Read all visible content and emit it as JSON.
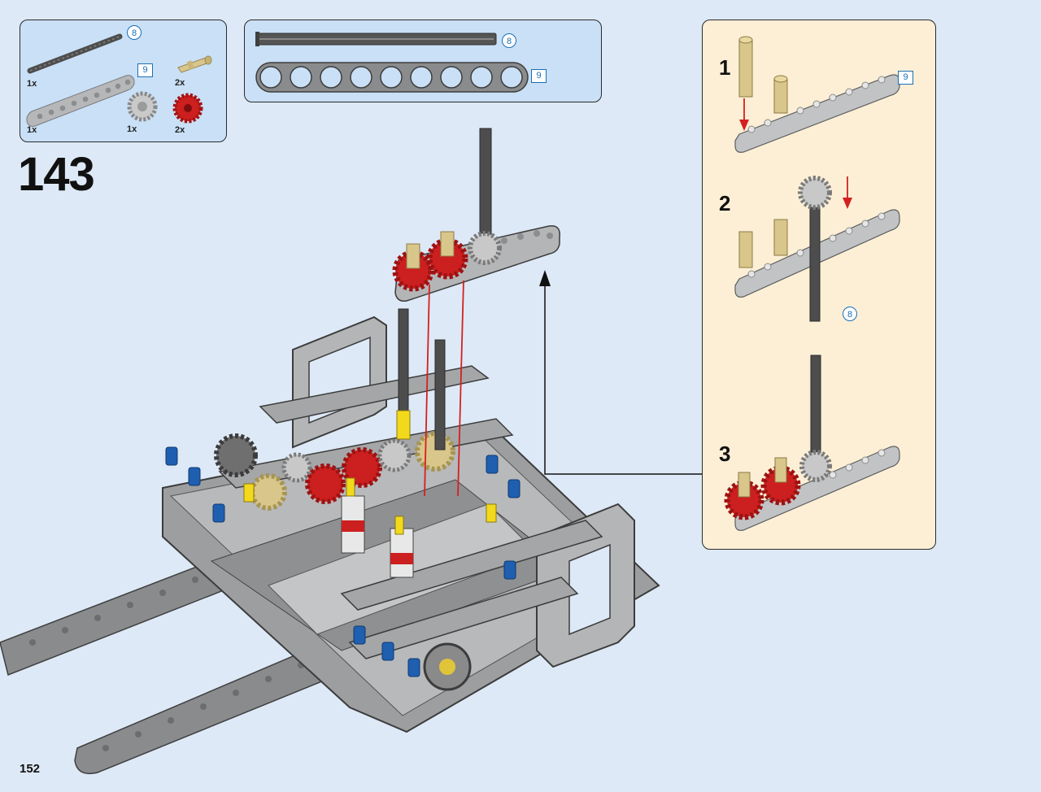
{
  "parts": {
    "axle_qty": "1x",
    "axle_length": "8",
    "beam_qty": "1x",
    "beam_length": "9",
    "pin_qty": "2x",
    "gear_gray_qty": "1x",
    "gear_red_qty": "2x"
  },
  "lengths": {
    "axle_length": "8",
    "beam_length": "9"
  },
  "step": {
    "number": "143"
  },
  "substeps": [
    {
      "number": "1",
      "tag": "9"
    },
    {
      "number": "2",
      "tag": "8"
    },
    {
      "number": "3"
    }
  ],
  "page": {
    "number": "152"
  },
  "colors": {
    "background": "#dde9f6",
    "callout": "#c9e0f6",
    "subassembly": "#fcefd5",
    "gear_red": "#cc1f1f",
    "pin_tan": "#d9c68a",
    "beam_gray": "#a9aaac",
    "axle_dark": "#4d4d4d",
    "pin_blue": "#1f5fb0",
    "pin_yellow": "#f3d91c",
    "tag_blue": "#1a6fb5"
  },
  "icons": [
    "arrow-down-icon",
    "arrow-up-icon"
  ]
}
